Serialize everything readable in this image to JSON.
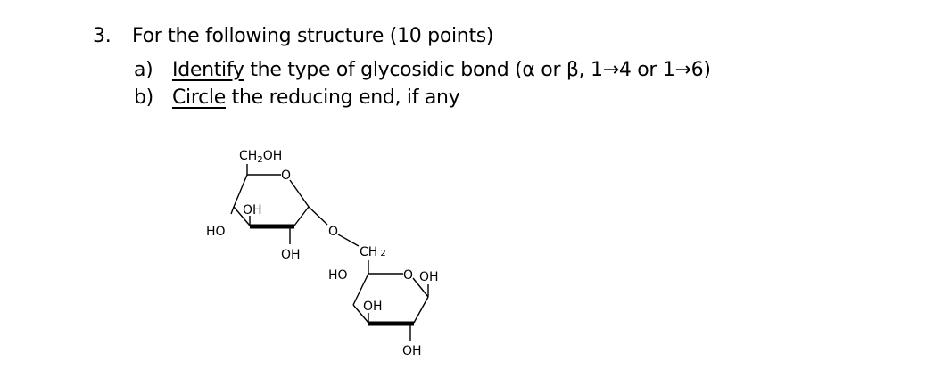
{
  "question": {
    "number": "3.",
    "title": "For the following structure (10 points)",
    "a_label": "a)",
    "a_keyword": "Identify",
    "a_rest": " the type of glycosidic bond (α or β, 1→4 or 1→6)",
    "b_label": "b)",
    "b_keyword": "Circle",
    "b_rest": " the reducing end, if any"
  },
  "structure": {
    "ring1": {
      "ch2oh": "CH",
      "ch2oh_sub": "2",
      "ch2oh_tail": "OH",
      "ring_o": "O",
      "oh_top": "OH",
      "ho_left": "HO",
      "oh_bottom": "OH"
    },
    "glycosidic_o": "O",
    "ring2": {
      "ch2": "CH",
      "ch2_sub": "2",
      "ho_left": "HO",
      "ring_o": "O",
      "oh_anomeric": "OH",
      "oh_mid": "OH",
      "oh_bottom": "OH"
    }
  }
}
